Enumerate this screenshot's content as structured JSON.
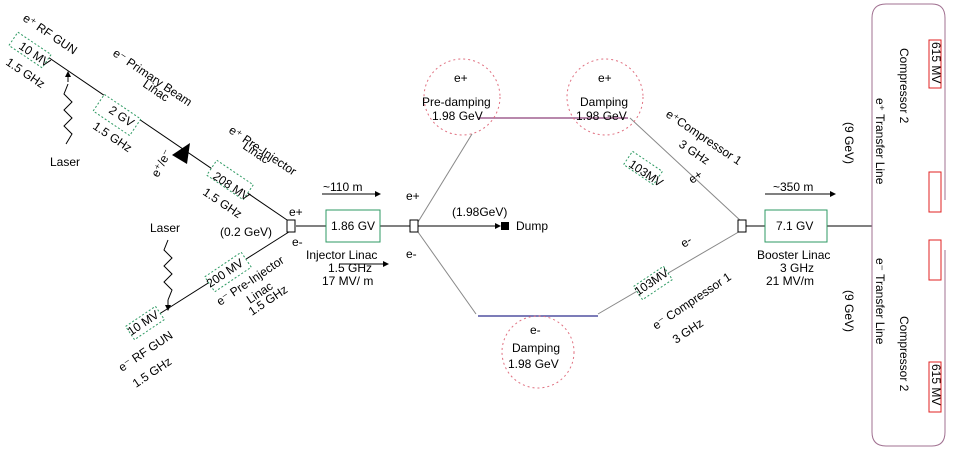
{
  "rf_gun_pos": {
    "title": "e⁺ RF GUN",
    "voltage": "10 MV",
    "freq": "1.5 GHz"
  },
  "primary_beam": {
    "title": "e⁻ Primary Beam",
    "sub": "Linac",
    "voltage": "2 GV",
    "freq": "1.5 GHz"
  },
  "laser_top": "Laser",
  "laser_bottom": "Laser",
  "target_label": "e⁺/e⁻",
  "pos_pre_injector": {
    "title": "e⁺ Pre-Injector",
    "sub": "Linac",
    "voltage": "208 MV",
    "freq": "1.5 GHz"
  },
  "energy_label": "(0.2 GeV)",
  "merge_labels": {
    "plus": "e+",
    "minus": "e-"
  },
  "ele_pre_injector": {
    "voltage": "200 MV",
    "title": "e⁻ Pre-Injector",
    "sub": "Linac",
    "freq": "1.5 GHz"
  },
  "rf_gun_ele": {
    "voltage": "10 MV",
    "title": "e⁻ RF GUN",
    "freq": "1.5 GHz"
  },
  "injector": {
    "length": "~110 m",
    "voltage": "1.86 GV",
    "name": "Injector Linac",
    "freq": "1.5 GHz",
    "gradient": "17 MV/ m"
  },
  "split_labels": {
    "plus": "e+",
    "minus": "e-"
  },
  "dump": {
    "energy": "(1.98GeV)",
    "label": "Dump"
  },
  "pre_damping": {
    "species": "e+",
    "name": "Pre-damping",
    "energy": "1.98 GeV"
  },
  "damping_pos": {
    "species": "e+",
    "name": "Damping",
    "energy": "1.98 GeV"
  },
  "damping_ele": {
    "species": "e-",
    "name": "Damping",
    "energy": "1.98 GeV"
  },
  "compressor_pos": {
    "title": "e⁺Compressor 1",
    "freq": "3 GHz",
    "voltage": "103MV",
    "species": "e+"
  },
  "compressor_ele": {
    "voltage": "103MV",
    "species": "e-",
    "title": "e⁻ Compressor 1",
    "freq": "3 GHz"
  },
  "booster": {
    "length": "~350 m",
    "voltage": "7.1 GV",
    "name": "Booster Linac",
    "freq": "3 GHz",
    "gradient": "21 MV/m"
  },
  "transfer_pos": {
    "energy": "(9 GeV)",
    "name": "e⁺ Transfer Line",
    "compressor": "Compressor 2",
    "voltage": "615 MV"
  },
  "transfer_ele": {
    "energy": "(9 GeV)",
    "name": "e⁻ Transfer Line",
    "compressor": "Compressor 2",
    "voltage": "615 MV"
  }
}
